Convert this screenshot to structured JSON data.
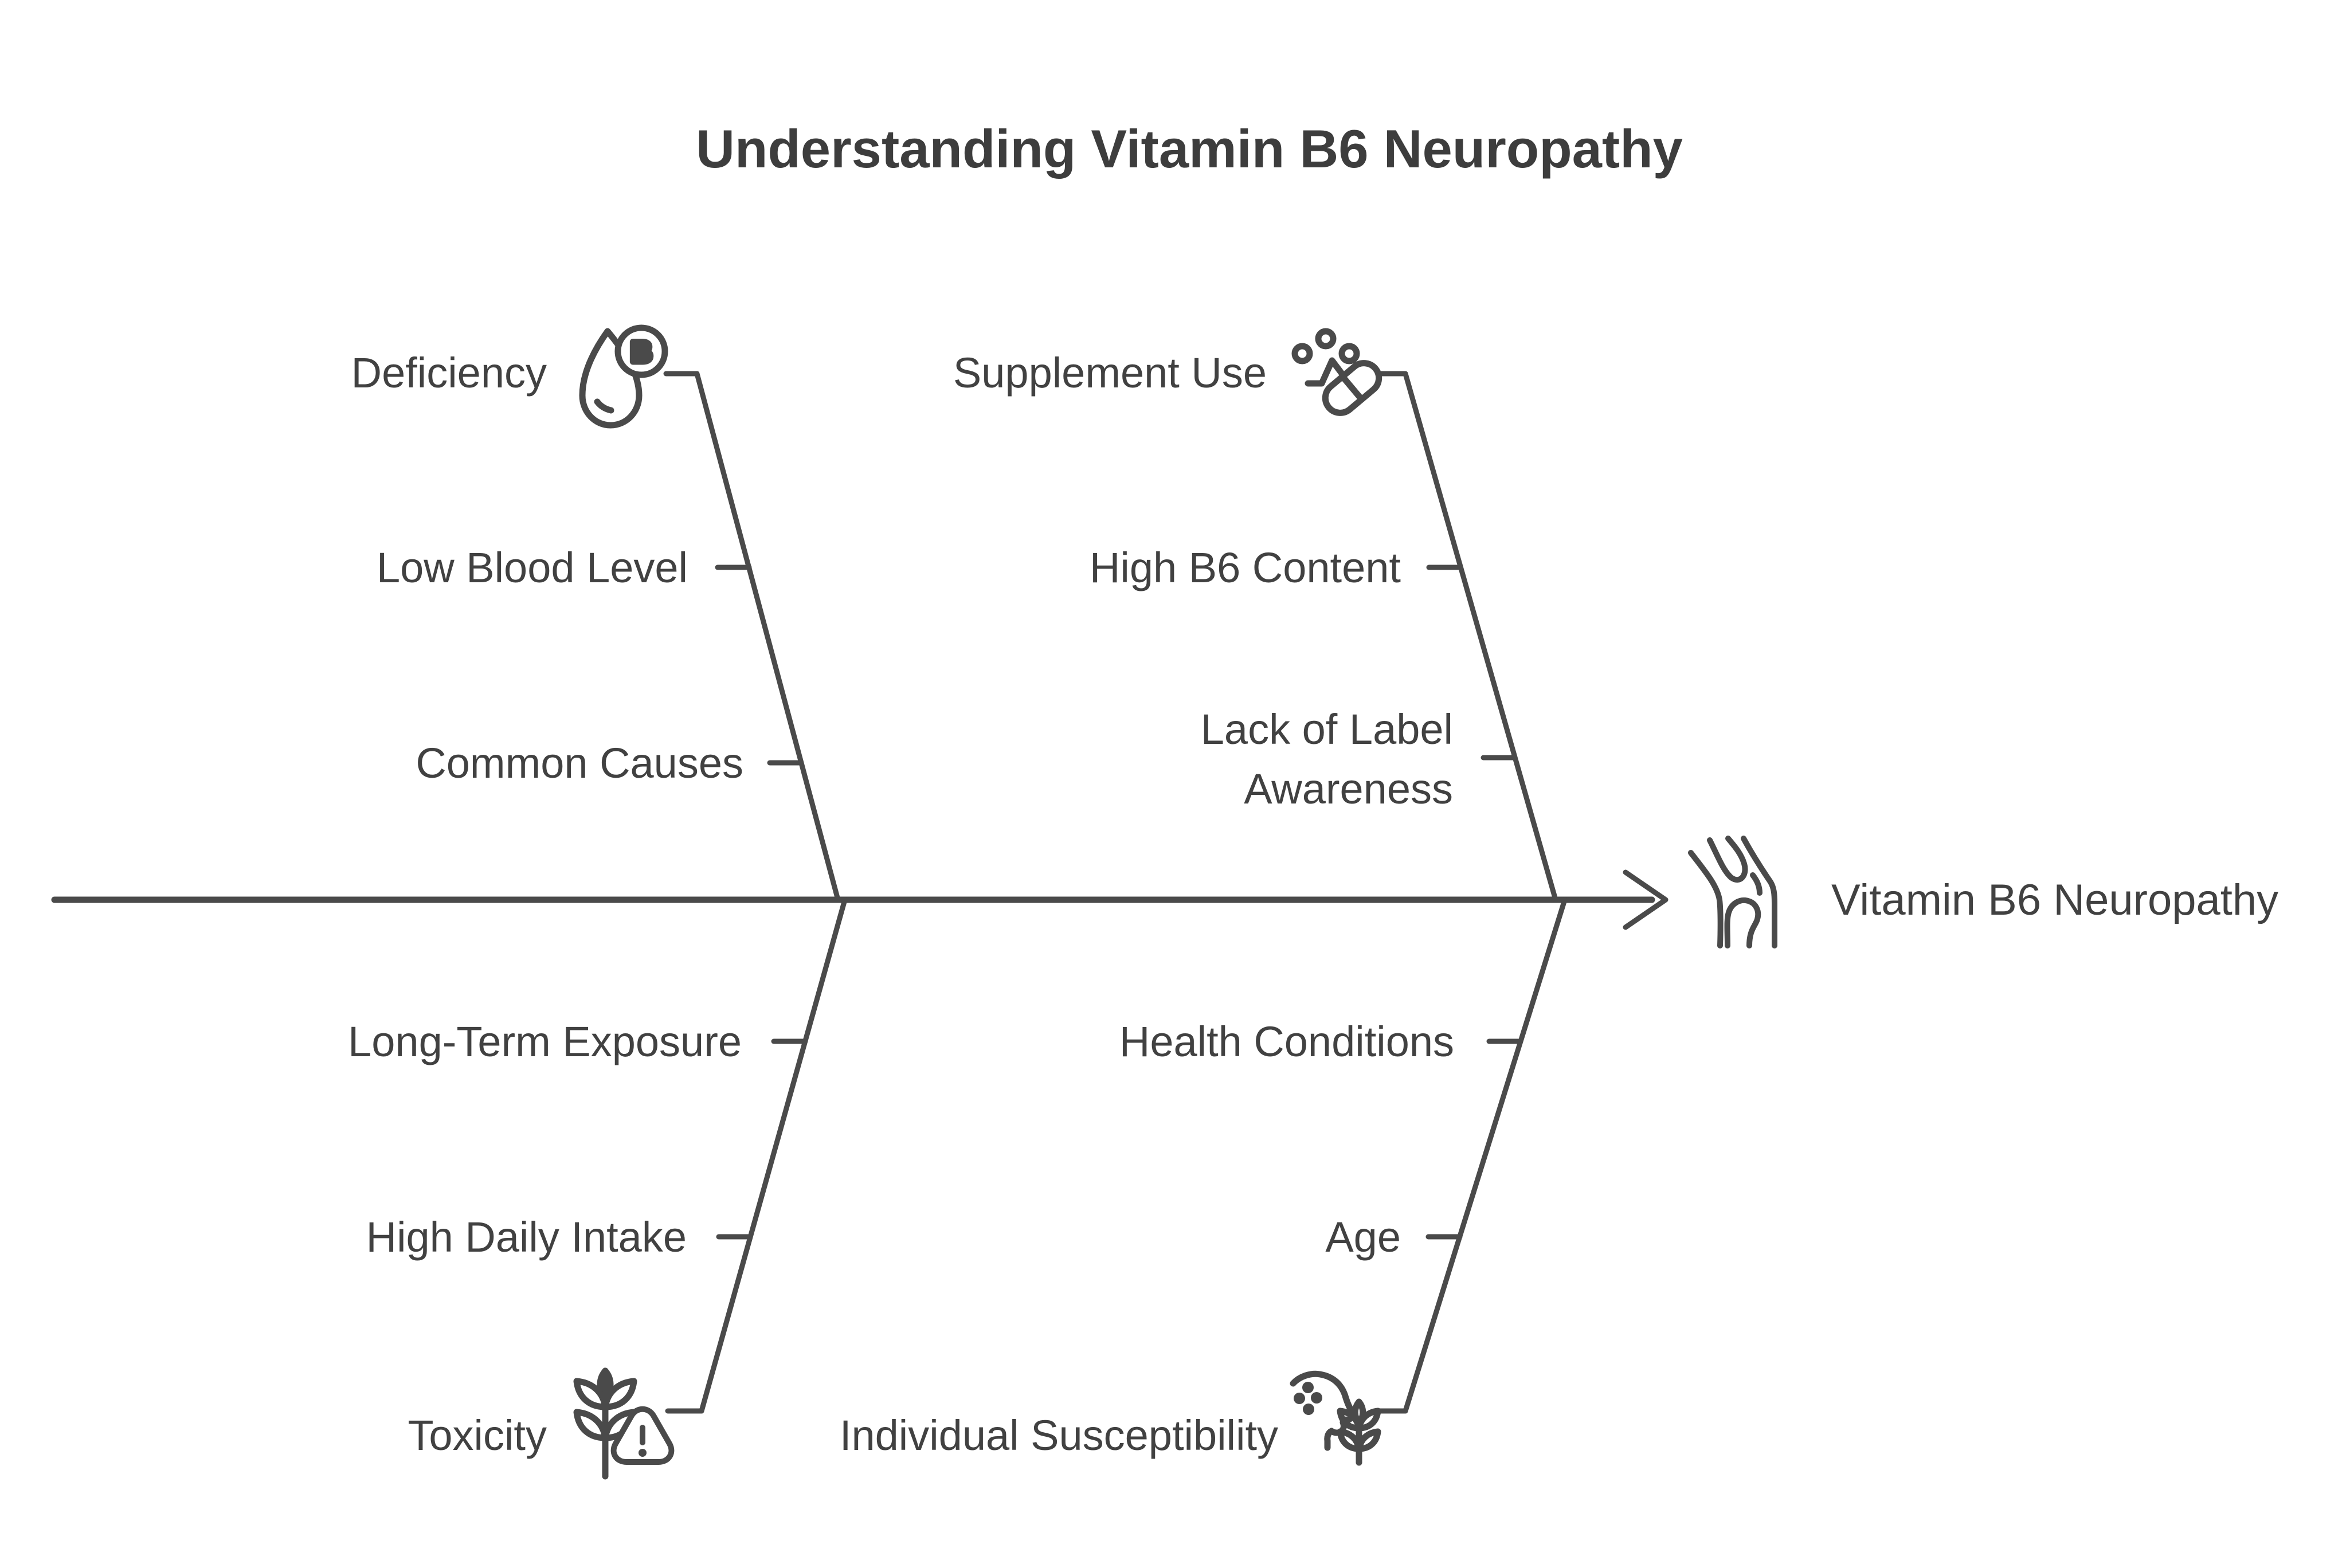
{
  "title": "Understanding Vitamin B6 Neuropathy",
  "colors": {
    "line": "#4a4a4a",
    "text": "#414141",
    "background": "#ffffff"
  },
  "effect": {
    "label": "Vitamin B6 Neuropathy",
    "icon": "nerve-icon"
  },
  "branches": {
    "top_left": {
      "label": "Deficiency",
      "icon": "vitamin-b-droplet-icon",
      "icon_letter": "B",
      "items": [
        {
          "text": "Low Blood Level",
          "lines": [
            "Low Blood Level"
          ]
        },
        {
          "text": "Common Causes",
          "lines": [
            "Common Causes"
          ]
        }
      ]
    },
    "top_right": {
      "label": "Supplement Use",
      "icon": "pills-icon",
      "items": [
        {
          "text": "High B6 Content",
          "lines": [
            "High B6 Content"
          ]
        },
        {
          "text": "Lack of Label Awareness",
          "lines": [
            "Lack of Label",
            "Awareness"
          ]
        }
      ]
    },
    "bottom_left": {
      "label": "Toxicity",
      "icon": "wheat-warning-icon",
      "items": [
        {
          "text": "Long-Term Exposure",
          "lines": [
            "Long-Term Exposure"
          ]
        },
        {
          "text": "High Daily Intake",
          "lines": [
            "High Daily Intake"
          ]
        }
      ]
    },
    "bottom_right": {
      "label": "Individual Susceptibility",
      "icon": "head-allergy-icon",
      "items": [
        {
          "text": "Health Conditions",
          "lines": [
            "Health Conditions"
          ]
        },
        {
          "text": "Age",
          "lines": [
            "Age"
          ]
        }
      ]
    }
  }
}
